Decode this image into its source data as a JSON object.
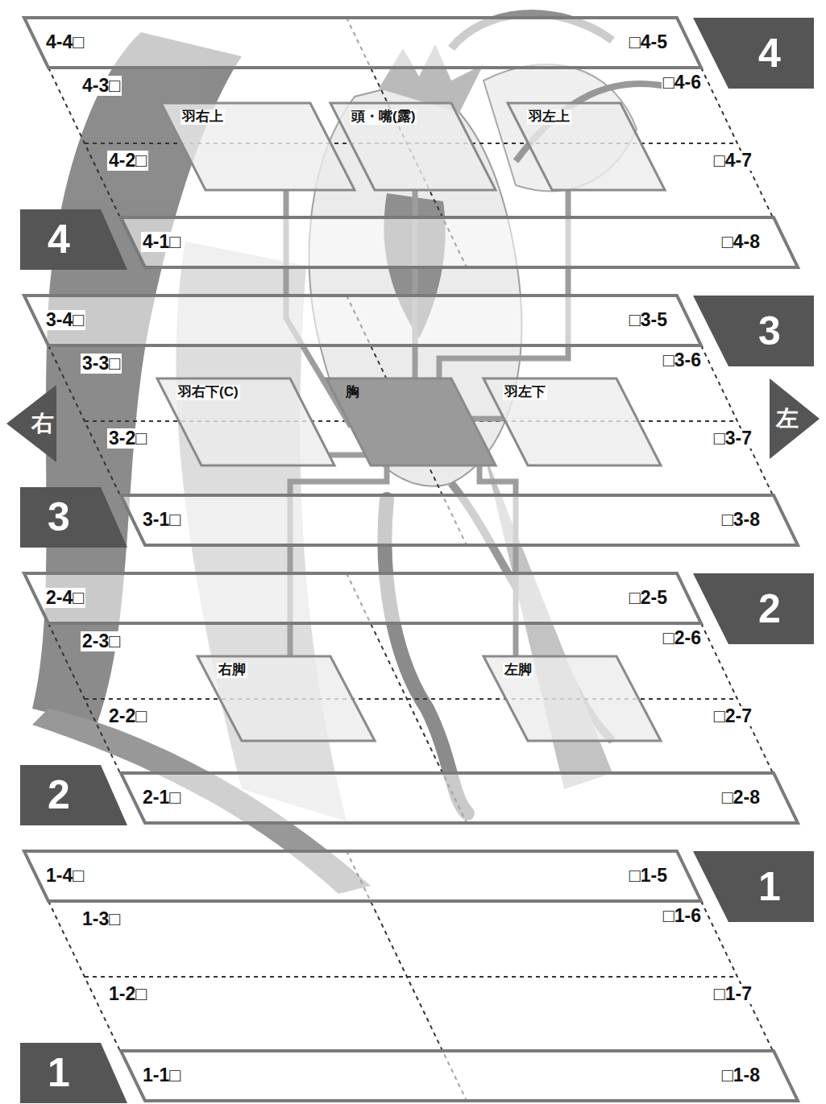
{
  "diagram": {
    "nodes": [
      {
        "text": [
          "4-4□",
          "□4-5"
        ]
      },
      {
        "text": [
          "4"
        ]
      },
      {
        "text": [
          "羽右上"
        ]
      },
      {
        "text": [
          "頭・嘴(露)"
        ]
      },
      {
        "text": [
          "羽左上"
        ]
      },
      {
        "text": [
          "4"
        ]
      },
      {
        "text": [
          "4-1□",
          "□4-8"
        ]
      },
      {
        "text": [
          "3-4□",
          "□3-5"
        ]
      },
      {
        "text": [
          "3"
        ]
      },
      {
        "text": [
          "右"
        ]
      },
      {
        "text": [
          "羽右下(C)"
        ]
      },
      {
        "text": [
          "胸"
        ]
      },
      {
        "text": [
          "羽左下"
        ]
      },
      {
        "text": [
          "左"
        ]
      },
      {
        "text": [
          "3"
        ]
      },
      {
        "text": [
          "3-1□",
          "□3-8"
        ]
      },
      {
        "text": [
          "2-4□",
          "□2-5"
        ]
      },
      {
        "text": [
          "2"
        ]
      },
      {
        "text": [
          "右脚"
        ]
      },
      {
        "text": [
          "左脚"
        ]
      },
      {
        "text": [
          "2"
        ]
      },
      {
        "text": [
          "2-1□",
          "□2-8"
        ]
      },
      {
        "text": [
          "1-4□",
          "□1-5"
        ]
      },
      {
        "text": [
          "1"
        ]
      },
      {
        "text": [
          "1"
        ]
      },
      {
        "text": [
          "1-1□",
          "□1-8"
        ]
      }
    ],
    "edges": [
      {
        "from": 2,
        "to": 11,
        "arrow": "none"
      },
      {
        "from": 3,
        "to": 11,
        "arrow": "none"
      },
      {
        "from": 4,
        "to": 11,
        "arrow": "none"
      },
      {
        "from": 11,
        "to": 10,
        "arrow": "none"
      },
      {
        "from": 11,
        "to": 12,
        "arrow": "none"
      },
      {
        "from": 11,
        "to": 18,
        "arrow": "none"
      },
      {
        "from": 11,
        "to": 19,
        "arrow": "none"
      }
    ],
    "labels": [
      "4-3□",
      "□4-6",
      "4-2□",
      "□4-7",
      "3-3□",
      "□3-6",
      "3-2□",
      "□3-7",
      "2-3□",
      "□2-6",
      "2-2□",
      "□2-7",
      "1-3□",
      "□1-6",
      "1-2□",
      "□1-7"
    ]
  }
}
